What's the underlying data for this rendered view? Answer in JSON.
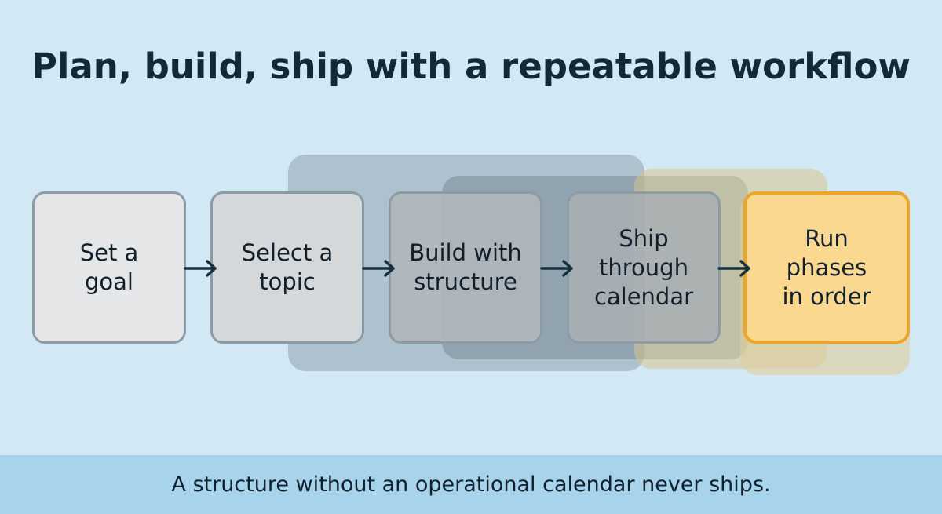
{
  "title": "Plan, build, ship with a repeatable workflow",
  "steps": [
    {
      "label": "Set a\ngoal"
    },
    {
      "label": "Select a\ntopic"
    },
    {
      "label": "Build with\nstructure"
    },
    {
      "label": "Ship\nthrough\ncalendar"
    },
    {
      "label": "Run\nphases\nin order"
    }
  ],
  "footer": {
    "text": "A structure without an operational calendar never ships."
  },
  "colors": {
    "background": "#d2e8f4",
    "title": "#13293a",
    "highlight_fill": "#fad88f",
    "highlight_border": "#eca42b",
    "footer_band": "#a7d4ea"
  },
  "icons": {
    "connector": "arrow-right-icon"
  }
}
